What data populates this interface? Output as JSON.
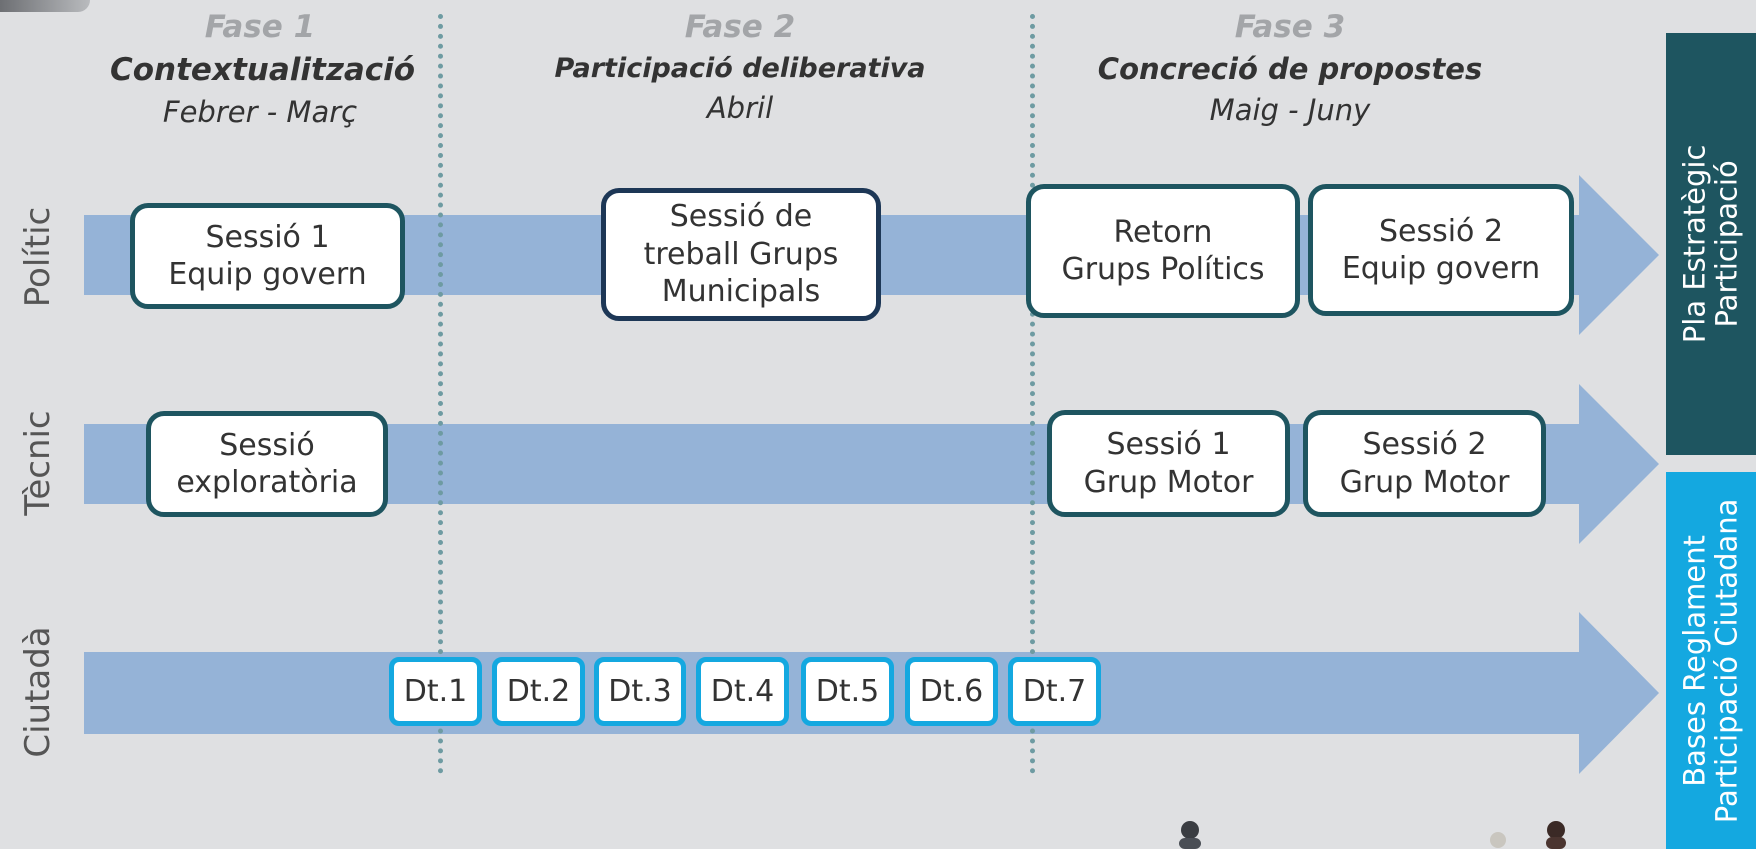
{
  "phases": [
    {
      "fase": "Fase 1",
      "name": "Contextualització",
      "dates": "Febrer - Març"
    },
    {
      "fase": "Fase 2",
      "name": "Participació deliberativa",
      "dates": "Abril"
    },
    {
      "fase": "Fase 3",
      "name": "Concreció de propostes",
      "dates": "Maig - Juny"
    }
  ],
  "rows": {
    "politic": "Polític",
    "tecnic": "Tècnic",
    "ciutada": "Ciutadà"
  },
  "politic_boxes": [
    {
      "line1": "Sessió 1",
      "line2": "Equip govern"
    },
    {
      "line1": "Sessió de",
      "line2": "treball Grups",
      "line3": "Municipals"
    },
    {
      "line1": "Retorn",
      "line2": "Grups Polítics"
    },
    {
      "line1": "Sessió 2",
      "line2": "Equip govern"
    }
  ],
  "tecnic_boxes": [
    {
      "line1": "Sessió",
      "line2": "exploratòria"
    },
    {
      "line1": "Sessió 1",
      "line2": "Grup Motor"
    },
    {
      "line1": "Sessió 2",
      "line2": "Grup Motor"
    }
  ],
  "dt_sessions": [
    "Dt.1",
    "Dt.2",
    "Dt.3",
    "Dt.4",
    "Dt.5",
    "Dt.6",
    "Dt.7"
  ],
  "outcomes": {
    "top": {
      "line1": "Pla Estratègic",
      "line2": "Participació"
    },
    "bottom": {
      "line1": "Bases Reglament",
      "line2": "Participació Ciutadana"
    }
  },
  "colors": {
    "arrow": "#95b3d7",
    "box_border": "#1e5560",
    "dt_border": "#14a8e0",
    "side_top": "#1e5560",
    "side_bottom": "#14a8e0"
  }
}
